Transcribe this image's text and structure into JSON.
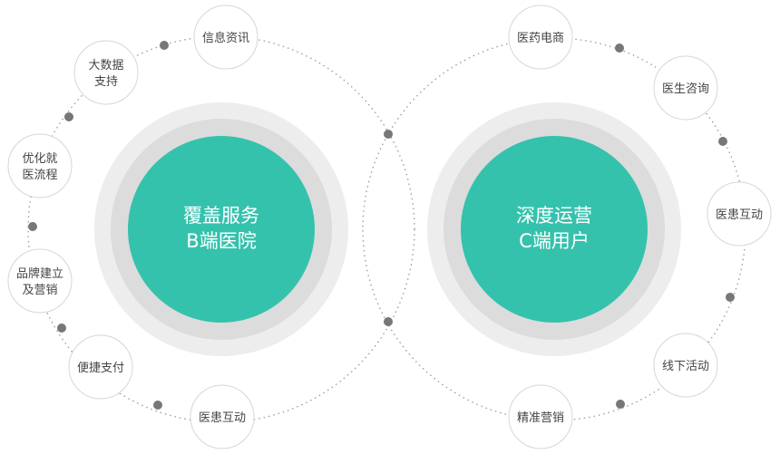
{
  "colors": {
    "hub_fill": "#35c2ad",
    "halo_outer": "#ededed",
    "halo_inner": "#dcdcdc",
    "node_border": "#d6d6d6",
    "dot": "#777777",
    "dotted_line": "#999999"
  },
  "left_hub": {
    "line1": "覆盖服务",
    "line2": "B端医院"
  },
  "right_hub": {
    "line1": "深度运营",
    "line2": "C端用户"
  },
  "left_nodes": [
    {
      "lines": [
        "信息资讯"
      ]
    },
    {
      "lines": [
        "大数据",
        "支持"
      ]
    },
    {
      "lines": [
        "优化就",
        "医流程"
      ]
    },
    {
      "lines": [
        "品牌建立",
        "及营销"
      ]
    },
    {
      "lines": [
        "便捷支付"
      ]
    },
    {
      "lines": [
        "医患互动"
      ]
    }
  ],
  "right_nodes": [
    {
      "lines": [
        "医药电商"
      ]
    },
    {
      "lines": [
        "医生咨询"
      ]
    },
    {
      "lines": [
        "医患互动"
      ]
    },
    {
      "lines": [
        "线下活动"
      ]
    },
    {
      "lines": [
        "精准营销"
      ]
    }
  ]
}
